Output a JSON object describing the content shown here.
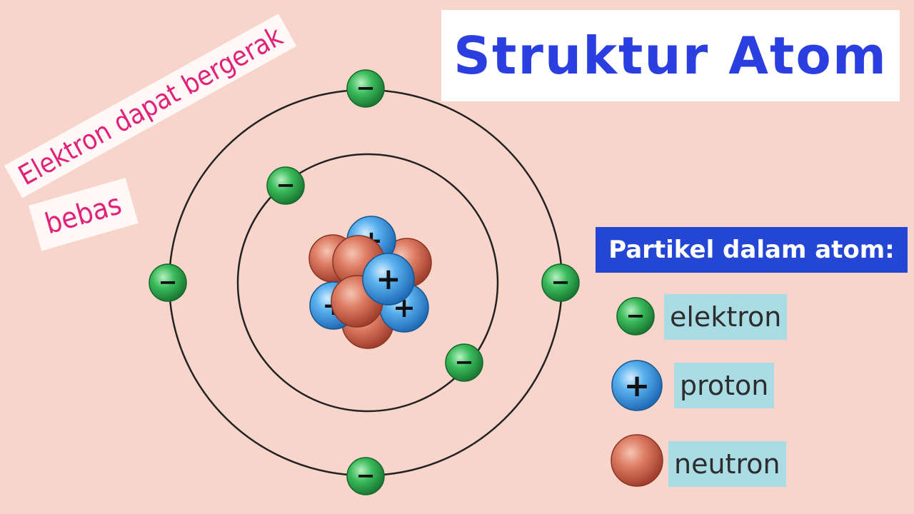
{
  "title": "Struktur Atom",
  "note": {
    "line1": "Elektron dapat bergerak",
    "line2": "bebas"
  },
  "legend": {
    "header": "Partikel dalam atom:",
    "electron": "elektron",
    "proton": "proton",
    "neutron": "neutron"
  },
  "symbols": {
    "minus": "−",
    "plus": "+"
  },
  "colors": {
    "background": "#f7d5cb",
    "title_text": "#2b3ee0",
    "note_text": "#e0227a",
    "legend_header_bg": "#2446d4",
    "legend_label_bg": "#a9dce4",
    "electron": "#2fae4e",
    "proton": "#3e9de0",
    "neutron": "#d9705a",
    "orbit": "#222222"
  },
  "atom": {
    "orbits": 2,
    "electrons_inner": 2,
    "electrons_outer": 4,
    "protons": 4,
    "neutrons": 5
  }
}
